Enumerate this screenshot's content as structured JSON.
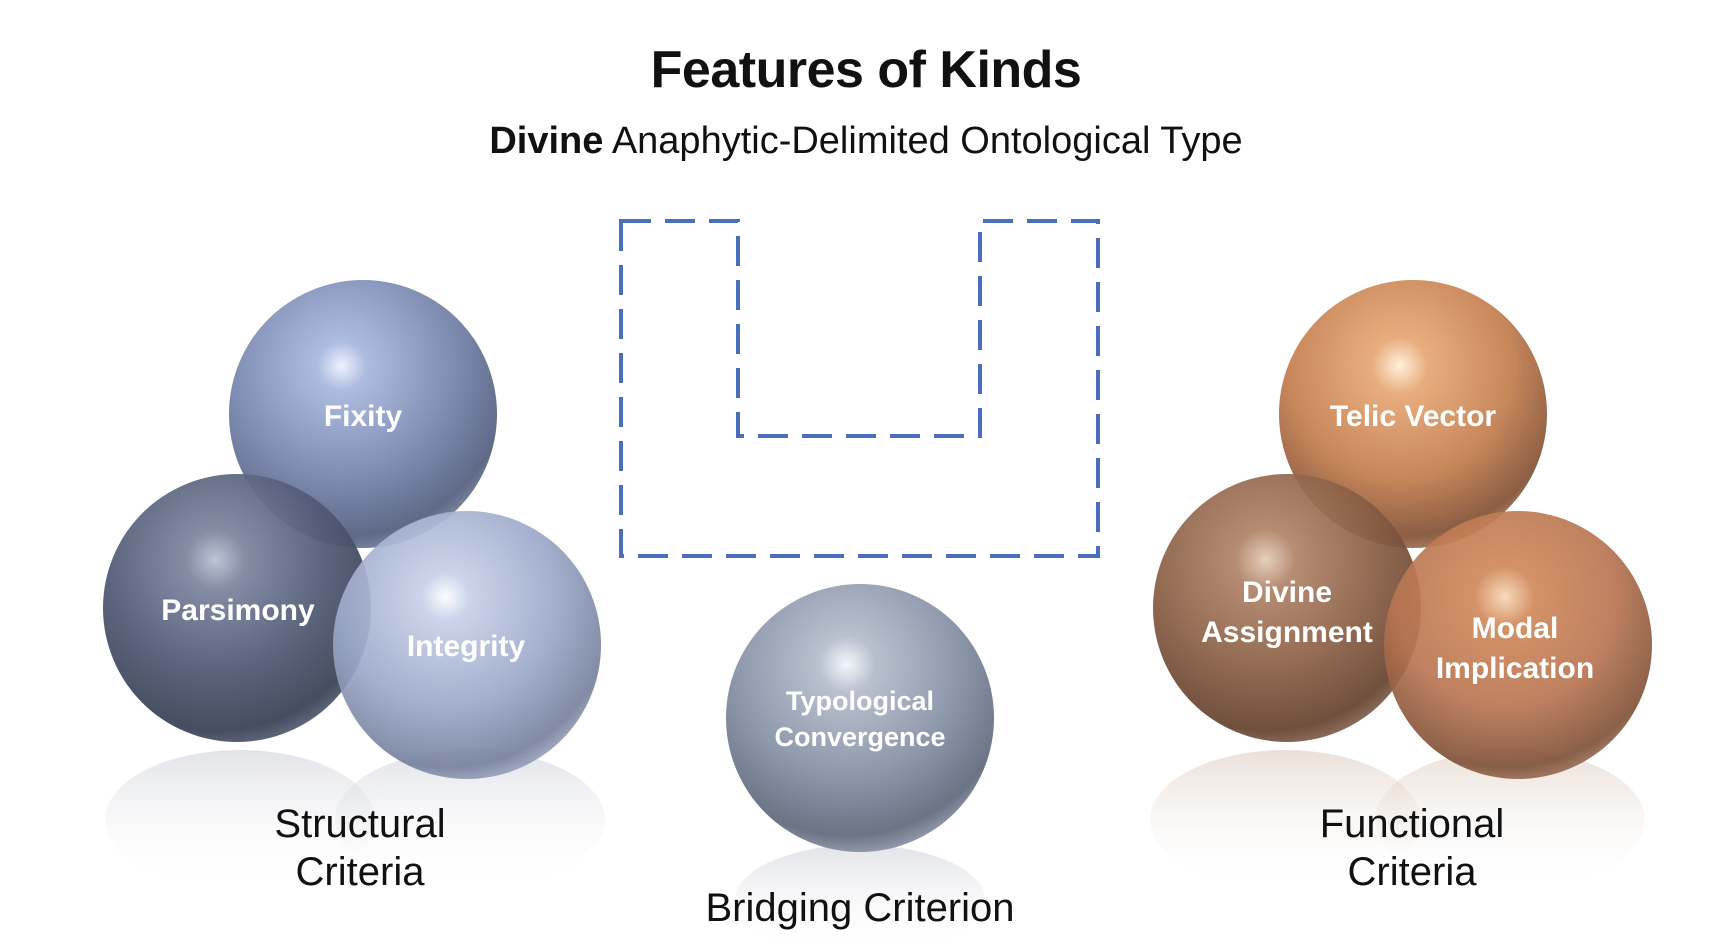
{
  "title": "Features of Kinds",
  "subtitle": {
    "bold": "Divine",
    "rest": " Anaphytic-Delimited Ontological Type"
  },
  "groups": {
    "structural": {
      "label_line1": "Structural",
      "label_line2": "Criteria",
      "balls": {
        "fixity": "Fixity",
        "parsimony": "Parsimony",
        "integrity": "Integrity"
      }
    },
    "bridging": {
      "label": "Bridging Criterion",
      "ball_line1": "Typological",
      "ball_line2": "Convergence"
    },
    "functional": {
      "label_line1": "Functional",
      "label_line2": "Criteria",
      "balls": {
        "telic": "Telic Vector",
        "divine_line1": "Divine",
        "divine_line2": "Assignment",
        "modal_line1": "Modal",
        "modal_line2": "Implication"
      }
    }
  },
  "colors": {
    "blue_sphere": "#7f8db3",
    "dark_blue_sphere": "#4f5a74",
    "light_blue_sphere": "#9ba8c8",
    "grey_sphere": "#8b96aa",
    "orange_sphere": "#c8885c",
    "brown_sphere": "#8a5e45",
    "dashed_outline": "#4a6dbf"
  }
}
